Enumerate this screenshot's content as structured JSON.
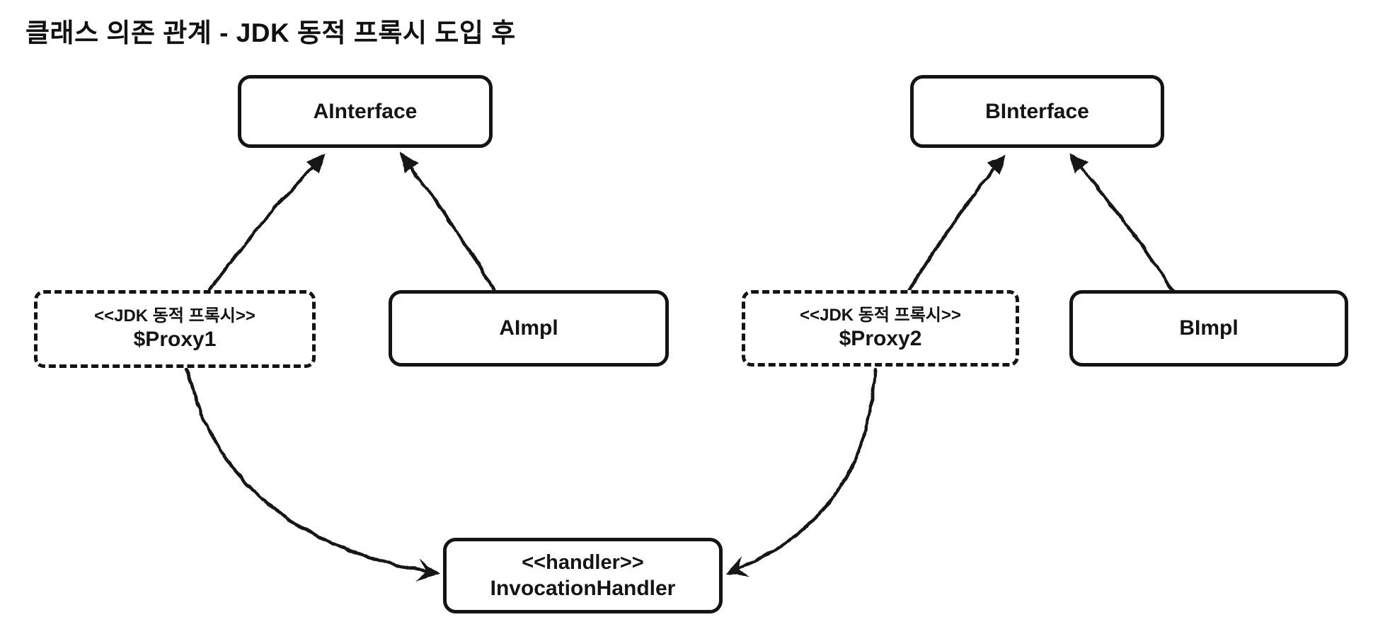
{
  "title": "클래스 의존 관계 - JDK 동적 프록시 도입 후",
  "colors": {
    "stroke": "#141414",
    "background": "#ffffff"
  },
  "nodes": {
    "a_interface": {
      "label": "AInterface"
    },
    "b_interface": {
      "label": "BInterface"
    },
    "proxy1": {
      "stereotype": "<<JDK 동적 프록시>>",
      "label": "$Proxy1",
      "border": "dashed"
    },
    "a_impl": {
      "label": "AImpl"
    },
    "proxy2": {
      "stereotype": "<<JDK 동적 프록시>>",
      "label": "$Proxy2",
      "border": "dashed"
    },
    "b_impl": {
      "label": "BImpl"
    },
    "invocation_handler": {
      "stereotype": "<<handler>>",
      "label": "InvocationHandler"
    }
  },
  "edges": [
    {
      "from": "$Proxy1",
      "to": "AInterface",
      "line": "solid",
      "head": "filled-triangle",
      "style": "hand-drawn"
    },
    {
      "from": "AImpl",
      "to": "AInterface",
      "line": "solid",
      "head": "filled-triangle",
      "style": "hand-drawn"
    },
    {
      "from": "$Proxy2",
      "to": "BInterface",
      "line": "solid",
      "head": "filled-triangle",
      "style": "hand-drawn"
    },
    {
      "from": "BImpl",
      "to": "BInterface",
      "line": "solid",
      "head": "filled-triangle",
      "style": "hand-drawn"
    },
    {
      "from": "$Proxy1",
      "to": "InvocationHandler",
      "line": "solid-curved",
      "head": "vee",
      "style": "hand-drawn"
    },
    {
      "from": "$Proxy2",
      "to": "InvocationHandler",
      "line": "solid-curved",
      "head": "vee",
      "style": "hand-drawn"
    }
  ]
}
